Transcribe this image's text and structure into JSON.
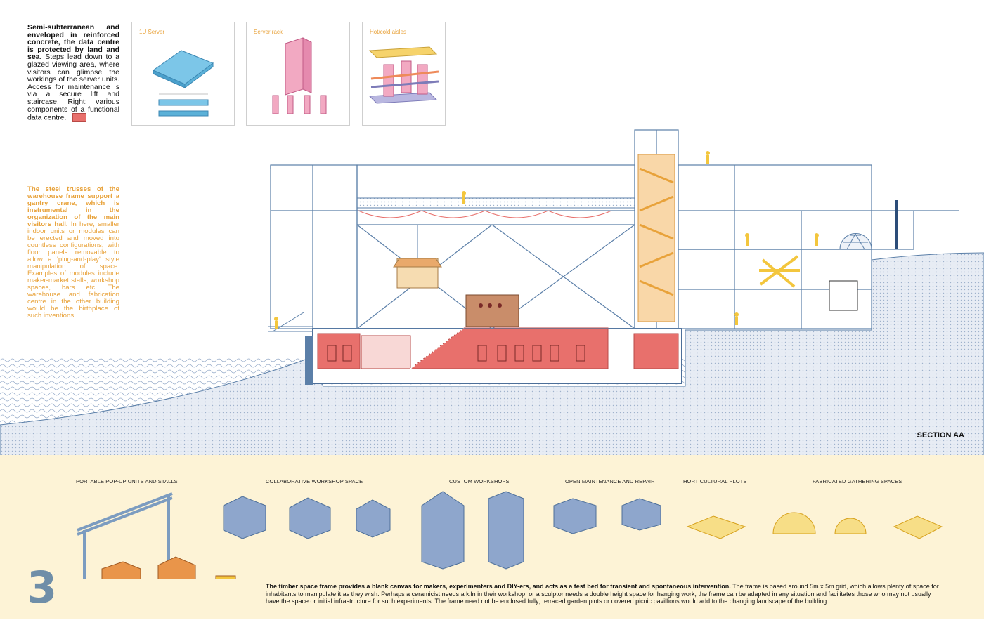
{
  "intro": {
    "bold": "Semi-subterranean and enveloped in reinforced concrete, the data centre is protected by land and sea.",
    "body": " Steps lead down to a glazed viewing area, where visitors can glimpse the workings of the server units. Access for maintenance is via a secure lift and staircase. Right; various components of a functional data centre."
  },
  "panels": [
    {
      "title": "1U Server"
    },
    {
      "title": "Server rack"
    },
    {
      "title": "Hot/cold aisles"
    }
  ],
  "trusses": {
    "bold": "The steel trusses of the warehouse frame support a gantry crane, which is instrumental in the organization of the main visitors hall.",
    "body": " In here, smaller indoor units or modules can be erected and moved into countless configurations, with floor panels removable to allow a 'plug-and-play' style manipulation of space. Examples of modules include maker-market stalls, workshop spaces, bars etc. The warehouse and fabrication centre in the other building would be the birthplace of such inventions."
  },
  "section_label": "SECTION AA",
  "modules": [
    {
      "label": "PORTABLE POP-UP UNITS AND STALLS"
    },
    {
      "label": "COLLABORATIVE WORKSHOP SPACE"
    },
    {
      "label": "CUSTOM WORKSHOPS"
    },
    {
      "label": "OPEN MAINTENANCE AND REPAIR"
    },
    {
      "label": "HORTICULTURAL PLOTS"
    },
    {
      "label": "FABRICATED GATHERING SPACES"
    }
  ],
  "page_number": "3",
  "bottom_text": {
    "bold": "The timber space frame provides a blank canvas for makers, experimenters and DIY-ers, and acts as a test bed for transient and spontaneous intervention.",
    "body": " The frame is based around 5m x 5m grid, which allows plenty of space for inhabitants to manipulate it as they wish. Perhaps a ceramicist needs a kiln in their workshop, or a sculptor needs a double height space for hanging work; the frame can be adapted in any situation and facilitates those who may not usually have the space or initial infrastructure for such experiments. The frame need not be enclosed fully; terraced garden plots or covered picnic pavillions would add to the changing landscape of the building."
  },
  "colors": {
    "steel": "#5b7fa8",
    "server_red": "#e8706c",
    "accent_orange": "#e8a23a",
    "yellow": "#f3c63d",
    "bottom_bg": "#fdf3d6",
    "water": "#dfe6f0"
  }
}
